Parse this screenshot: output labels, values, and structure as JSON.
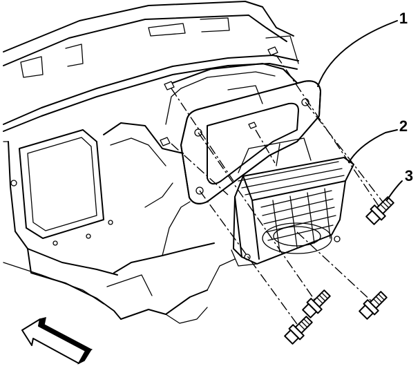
{
  "callouts": [
    {
      "id": "1",
      "label": "1"
    },
    {
      "id": "2",
      "label": "2"
    },
    {
      "id": "3",
      "label": "3"
    }
  ],
  "icons": {
    "direction_arrow": "forward-direction-arrow-icon"
  }
}
